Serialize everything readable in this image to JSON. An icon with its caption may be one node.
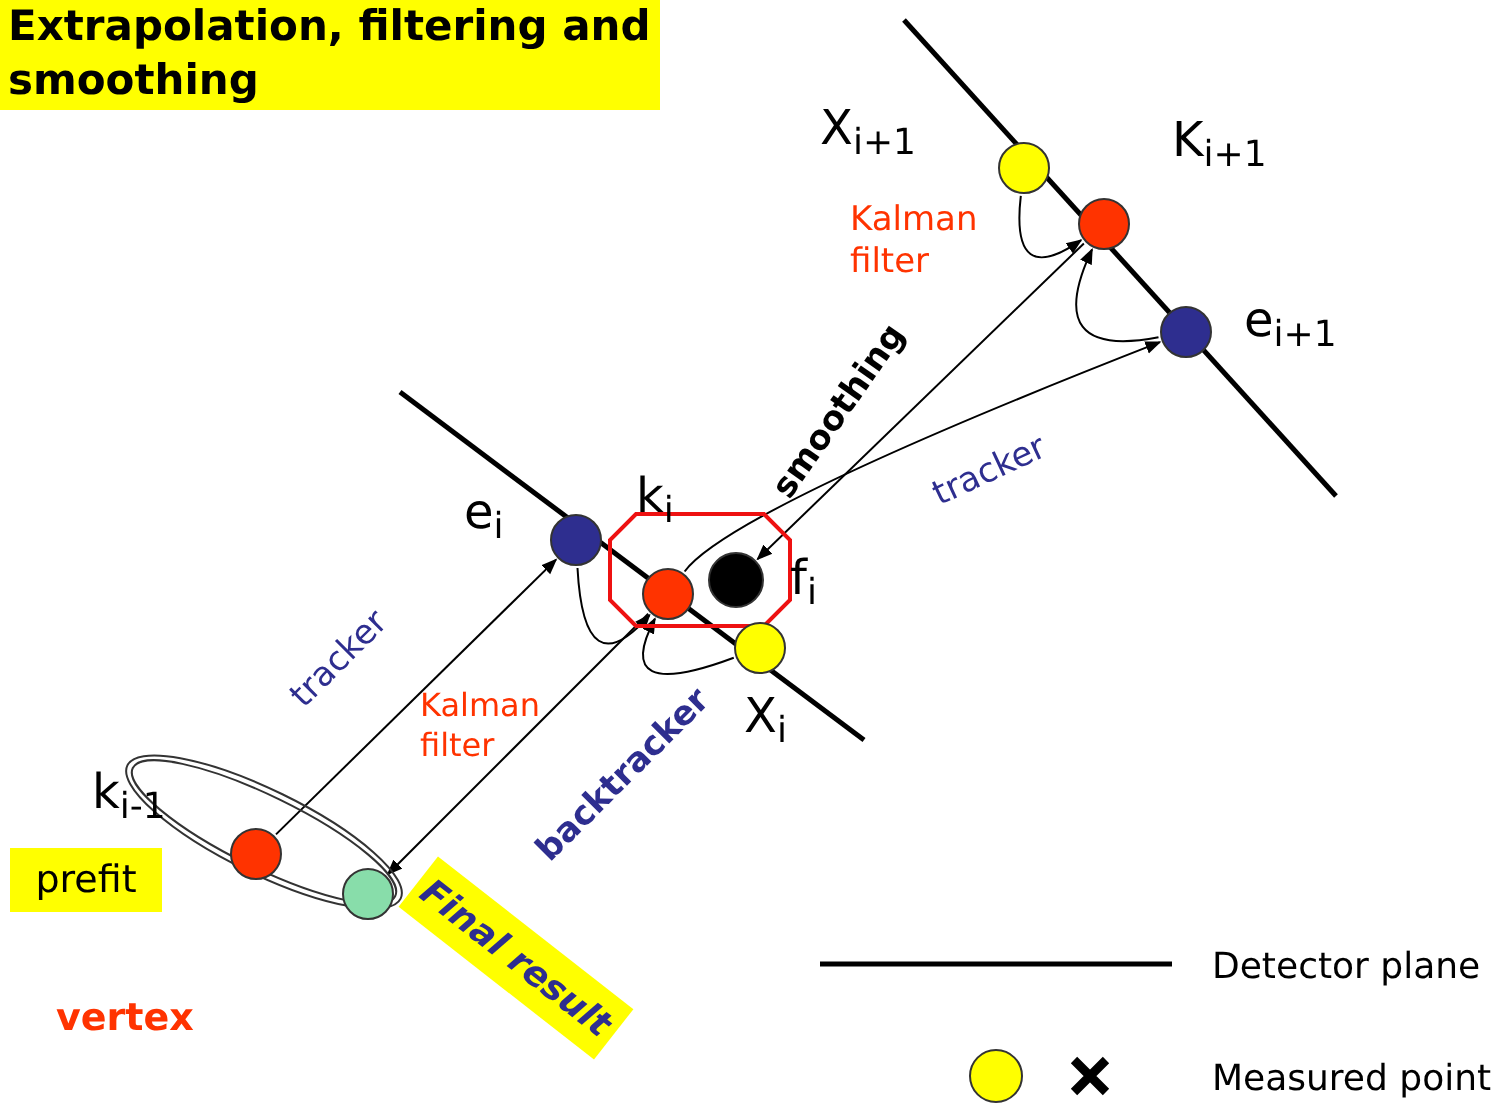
{
  "diagram": {
    "title": "Extrapolation, filtering and smoothing",
    "nodes": [
      {
        "text": [],
        "shape": "ellipse"
      },
      {
        "text": [],
        "shape": "circle",
        "in": 0
      },
      {
        "text": [],
        "shape": "circle",
        "in": 0
      },
      {
        "text": [],
        "shape": "circle",
        "beside": [
          "e$_{i}$"
        ]
      },
      {
        "text": [],
        "shape": "octagon"
      },
      {
        "text": [],
        "shape": "circle",
        "in": 4,
        "beside": [
          "k$_{i}$"
        ]
      },
      {
        "text": [],
        "shape": "circle",
        "in": 4,
        "beside": [
          "f$_{i}$"
        ]
      },
      {
        "text": [],
        "shape": "circle",
        "beside": [
          "X$_{i}$"
        ]
      },
      {
        "text": [],
        "shape": "circle",
        "beside": [
          "X$_{i+1}$"
        ]
      },
      {
        "text": [],
        "shape": "circle",
        "beside": [
          "K$_{i+1}$"
        ]
      },
      {
        "text": [],
        "shape": "circle",
        "beside": [
          "e$_{i+1}$"
        ]
      },
      {
        "text": [
          "prefit"
        ]
      },
      {
        "text": [
          "Final result"
        ]
      }
    ],
    "edges": [
      {
        "from": 1,
        "to": 3,
        "arrow": "to",
        "label": "tracker"
      },
      {
        "from": 3,
        "to": 5,
        "arrow": "to"
      },
      {
        "from": 7,
        "to": 5,
        "arrow": "to"
      },
      {
        "from": 5,
        "to": 10,
        "arrow": "to",
        "label": "tracker"
      },
      {
        "from": 8,
        "to": 9,
        "arrow": "to"
      },
      {
        "from": 10,
        "to": 9,
        "arrow": "to"
      },
      {
        "from": 9,
        "to": 6,
        "arrow": "to",
        "label": "smoothing"
      },
      {
        "from": 5,
        "to": 2,
        "arrow": "to",
        "label": "backtracker"
      }
    ],
    "labels": [
      "k$_{i-1}$",
      "Kalman filter",
      "Kalman filter",
      "vertex"
    ],
    "legend": [
      {
        "text": "Detector plane"
      },
      {
        "text": "Measured point"
      }
    ]
  }
}
